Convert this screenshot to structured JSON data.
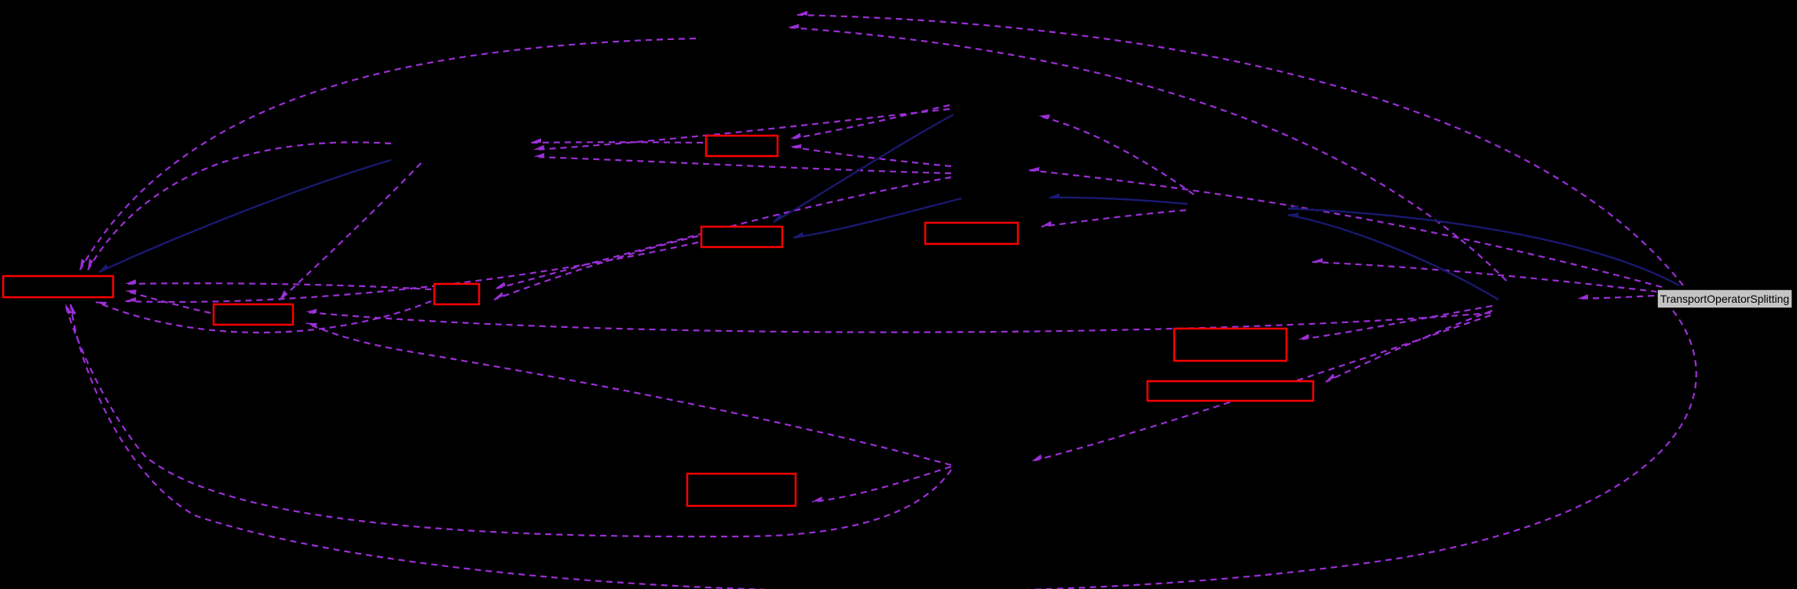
{
  "graph": {
    "type": "collaboration-diagram",
    "highlight_node": {
      "label": "TransportOperatorSplitting"
    },
    "red_node_count": 9,
    "red_nodes_have_visible_labels": false,
    "colors": {
      "background": "#000000",
      "red_node_border": "#ff0000",
      "node_fill": "#000000",
      "highlight_node_fill": "#c4c4c4",
      "highlight_node_border": "#000000",
      "highlight_node_text": "#000000",
      "usage_edge": "#9b2fd6",
      "inheritance_edge": "#191970"
    },
    "edge_styles": {
      "usage": "dashed",
      "inheritance": "solid"
    }
  }
}
